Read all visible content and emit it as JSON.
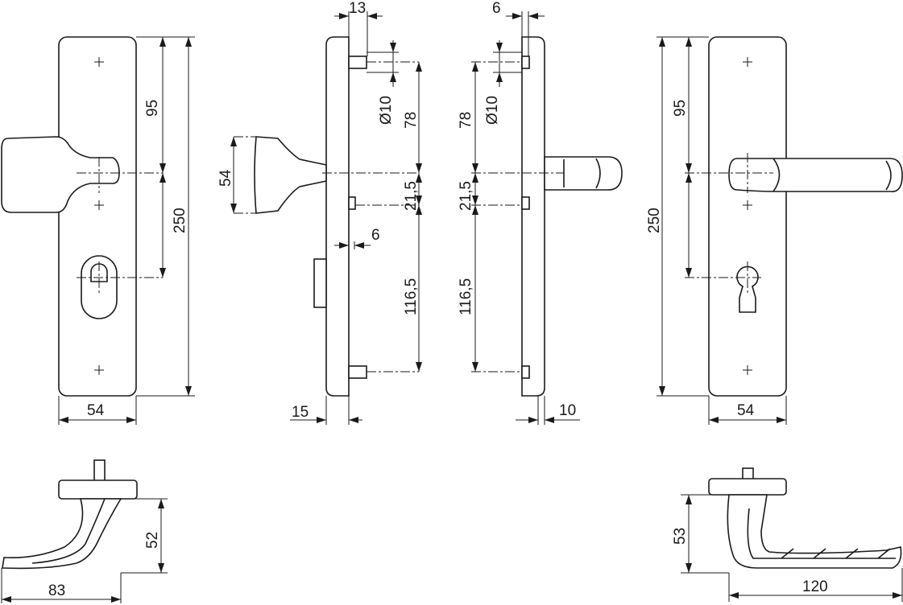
{
  "title": "Door fitting technical drawing",
  "front_knob_view": {
    "dim_height_total": "250",
    "dim_center_to_top": "95",
    "dim_width": "54"
  },
  "side_knob_view": {
    "dim_pin_width": "13",
    "dim_pin_diameter": "Ø10",
    "dim_top_to_center": "78",
    "dim_knob_height": "54",
    "dim_center_to_mid": "21,5",
    "dim_mid_to_bottom": "116,5",
    "dim_pin_offset": "6",
    "dim_knob_projection": "15"
  },
  "side_lever_view": {
    "dim_pin_width": "6",
    "dim_pin_diameter": "Ø10",
    "dim_top_to_center": "78",
    "dim_center_to_mid": "21,5",
    "dim_mid_to_bottom": "116,5",
    "dim_plate_depth": "10"
  },
  "front_lever_view": {
    "dim_height_total": "250",
    "dim_center_to_top": "95",
    "dim_width": "54"
  },
  "knob_profile": {
    "dim_height": "52",
    "dim_length": "83"
  },
  "lever_profile": {
    "dim_height": "53",
    "dim_length": "120"
  }
}
